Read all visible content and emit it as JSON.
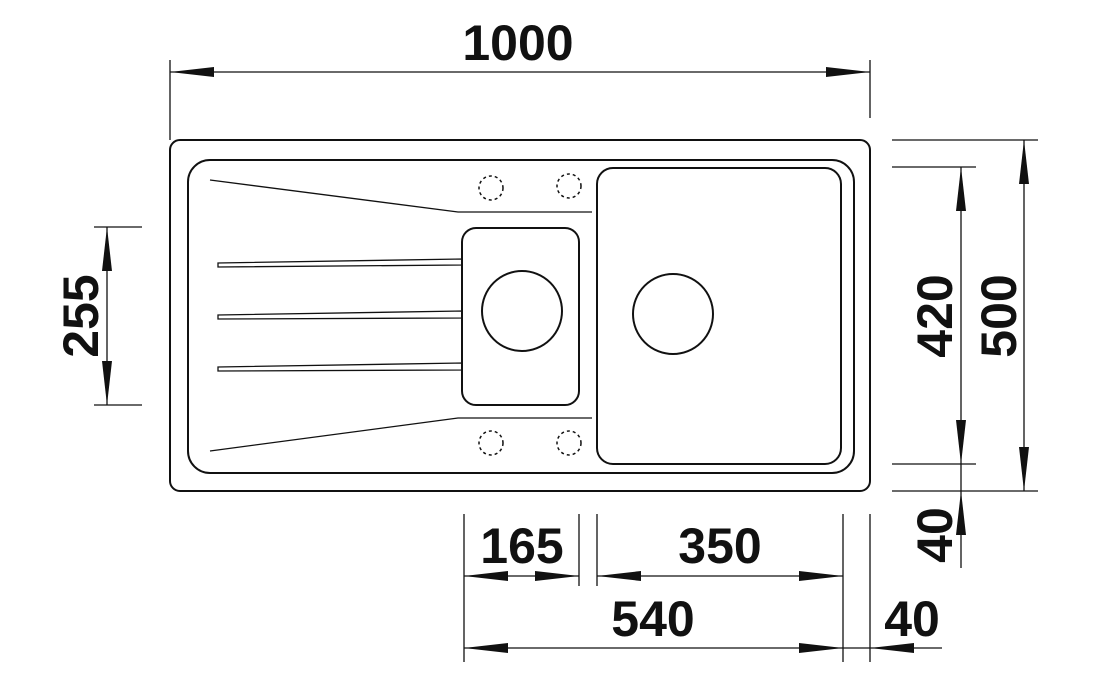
{
  "dimensions": {
    "overall_width": "1000",
    "overall_depth": "500",
    "main_bowl_depth": "420",
    "small_bowl_depth": "255",
    "front_offset": "40",
    "small_bowl_width": "165",
    "main_bowl_width": "350",
    "combined_width": "540",
    "side_offset": "40"
  },
  "colors": {
    "line": "#111111",
    "background": "#ffffff"
  }
}
